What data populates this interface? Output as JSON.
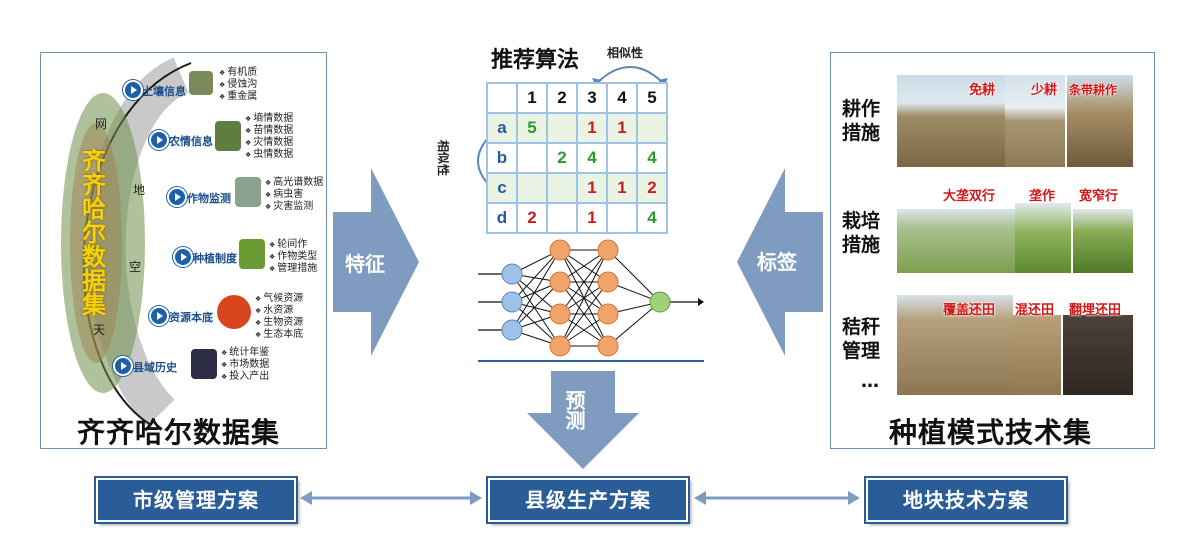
{
  "left_panel": {
    "title": "齐齐哈尔数据集",
    "vertical_title": [
      "齐",
      "齐",
      "哈",
      "尔",
      "数",
      "据",
      "集"
    ],
    "arc_chars": [
      "网",
      "地",
      "空",
      "天"
    ],
    "items": [
      {
        "label": "土壤信息",
        "bullets": [
          "有机质",
          "侵蚀沟",
          "重金属"
        ],
        "thumb_color": "#7a8a5a"
      },
      {
        "label": "农情信息",
        "bullets": [
          "墒情数据",
          "苗情数据",
          "灾情数据",
          "虫情数据"
        ],
        "thumb_color": "#5f7d3e"
      },
      {
        "label": "作物监测",
        "bullets": [
          "高光谱数据",
          "病虫害",
          "灾害监测"
        ],
        "thumb_color": "#8aa58f"
      },
      {
        "label": "种植制度",
        "bullets": [
          "轮间作",
          "作物类型",
          "管理措施"
        ],
        "thumb_color": "#6c9a33"
      },
      {
        "label": "资源本底",
        "bullets": [
          "气候资源",
          "水资源",
          "生物资源",
          "生态本底"
        ],
        "thumb_color": "#d8461f"
      },
      {
        "label": "县域历史",
        "bullets": [
          "统计年鉴",
          "市场数据",
          "投入产出"
        ],
        "thumb_color": "#2c2c44"
      }
    ]
  },
  "center": {
    "title": "推荐算法",
    "similarity_top": "相似性",
    "similarity_left": "相似性",
    "matrix": {
      "col_headers": [
        "1",
        "2",
        "3",
        "4",
        "5"
      ],
      "rows": [
        {
          "label": "a",
          "cells": [
            "5",
            "",
            "1",
            "1",
            ""
          ]
        },
        {
          "label": "b",
          "cells": [
            "",
            "2",
            "4",
            "",
            "4"
          ]
        },
        {
          "label": "c",
          "cells": [
            "",
            "",
            "1",
            "1",
            "2"
          ]
        },
        {
          "label": "d",
          "cells": [
            "2",
            "",
            "1",
            "",
            "4"
          ]
        }
      ]
    },
    "predict_label": "预测"
  },
  "arrows": {
    "left_label": "特征",
    "right_label": "标签"
  },
  "right_panel": {
    "title": "种植模式技术集",
    "categories": [
      {
        "label": "耕作措施",
        "tags": [
          "免耕",
          "少耕",
          "条带耕作"
        ]
      },
      {
        "label": "栽培措施",
        "tags": [
          "大垄双行",
          "垄作",
          "宽窄行"
        ]
      },
      {
        "label": "秸秆管理",
        "tags": [
          "覆盖还田",
          "混还田",
          "翻埋还田"
        ]
      }
    ],
    "ellipsis": "…"
  },
  "bottom": {
    "left": "市级管理方案",
    "center": "县级生产方案",
    "right": "地块技术方案"
  },
  "colors": {
    "accent_blue": "#2a5d97",
    "arrow_blue": "#7f9cc0",
    "green_value": "#2e9a2e",
    "red_value": "#c81e1e"
  }
}
